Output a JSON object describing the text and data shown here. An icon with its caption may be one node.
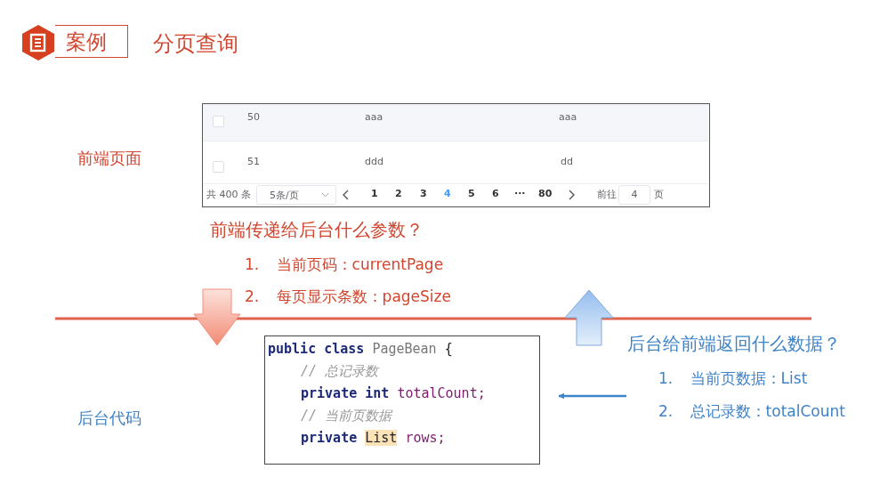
{
  "diagram": {
    "title": "分页查询",
    "nodes": [
      {
        "text": [
          "案例"
        ]
      },
      {
        "text": [
          "50",
          "aaa",
          "aaa",
          "51",
          "ddd",
          "dd",
          "共 400 条",
          "5条/页",
          "1",
          "2",
          "3",
          "4",
          "5",
          "6",
          "···",
          "80",
          "前往",
          "4",
          "页"
        ]
      },
      {
        "text": [
          "public class PageBean {",
          "// 总记录数",
          "private int totalCount;",
          "// 当前页数据",
          "private List rows;"
        ]
      },
      {
        "text": [
          "后台给前端返回什么数据？",
          "1. 当前页数据：List",
          "2. 总记录数：totalCount"
        ]
      }
    ],
    "edges": [
      {
        "from": 3,
        "to": 2,
        "arrow": "to"
      }
    ],
    "labels": [
      "前端页面",
      "前端传递给后台什么参数？",
      "1. 当前页码：currentPage",
      "2. 每页显示条数：pageSize",
      "后台代码"
    ]
  }
}
